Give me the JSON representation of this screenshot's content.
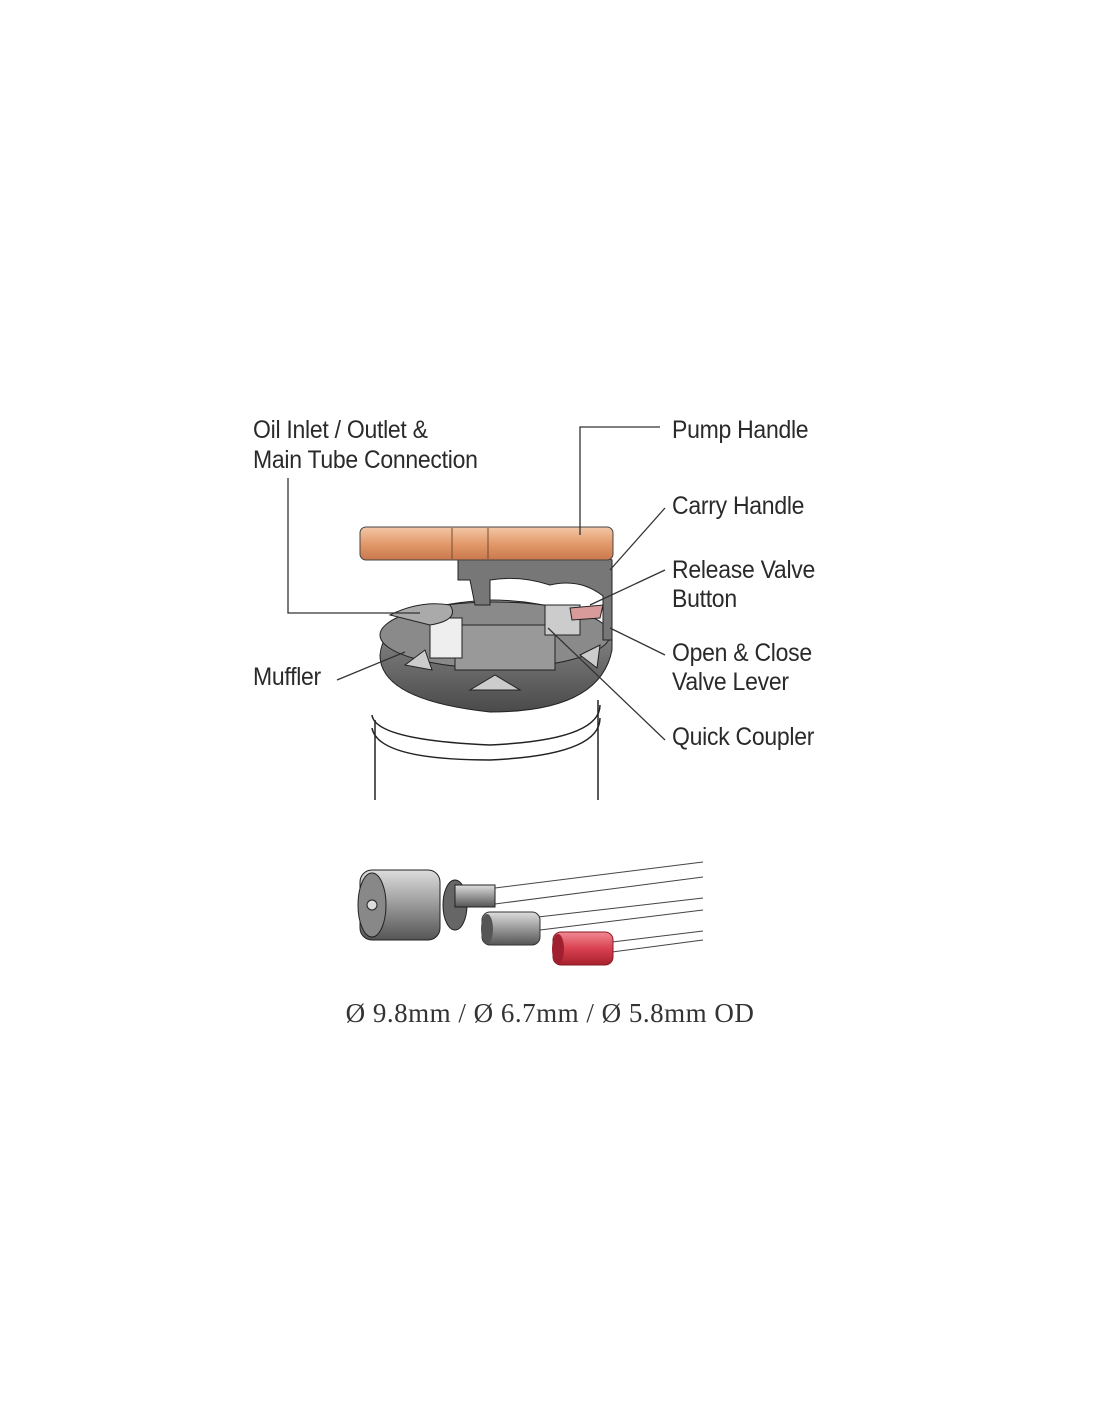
{
  "labels": {
    "oil_inlet_line1": "Oil Inlet / Outlet &",
    "oil_inlet_line2": "Main Tube Connection",
    "pump_handle": "Pump Handle",
    "carry_handle": "Carry Handle",
    "release_valve_line1": "Release Valve",
    "release_valve_line2": "Button",
    "open_close_line1": "Open & Close",
    "open_close_line2": "Valve Lever",
    "quick_coupler": "Quick Coupler",
    "muffler": "Muffler"
  },
  "caption": "Ø 9.8mm / Ø 6.7mm / Ø 5.8mm  OD",
  "colors": {
    "handle": "#e8a57c",
    "red_fitting": "#d9414f",
    "body": "#6b6b6b"
  }
}
